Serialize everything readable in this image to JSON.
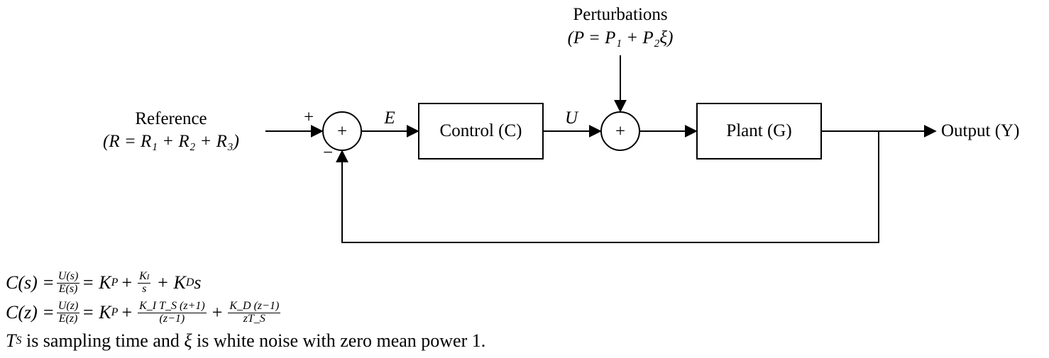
{
  "inputs": {
    "reference_title": "Reference",
    "reference_expr": "(R = R₁ + R₂ + R₃)",
    "perturbation_title": "Perturbations",
    "perturbation_expr": "(P = P₁ + P₂ξ)"
  },
  "blocks": {
    "control_label": "Control (C)",
    "plant_label": "Plant (G)"
  },
  "signals": {
    "error": "E",
    "control_signal": "U",
    "output": "Output (Y)",
    "plus_sign": "+",
    "minus_sign": "−",
    "sum_symbol": "+"
  },
  "formulas": {
    "cs_lhs": "C(s) =",
    "cs_frac_num": "U(s)",
    "cs_frac_den": "E(s)",
    "cs_eq": "= K",
    "cs_kp_sub": "P",
    "cs_plus1": "+",
    "cs_ki_num": "K",
    "cs_ki_num_sub": "I",
    "cs_ki_den": "s",
    "cs_plus2": "+ K",
    "cs_kd_sub": "D",
    "cs_s": "s",
    "cz_lhs": "C(z) =",
    "cz_frac_num": "U(z)",
    "cz_frac_den": "E(z)",
    "cz_eq": "= K",
    "cz_kp_sub": "P",
    "cz_plus1": "+",
    "cz_ki_num": "K_I T_S (z+1)",
    "cz_ki_den": "(z−1)",
    "cz_plus2": "+",
    "cz_kd_num": "K_D (z−1)",
    "cz_kd_den": "zT_S",
    "note_ts": "T",
    "note_ts_sub": "S",
    "note_text": " is sampling time and ",
    "note_xi": "ξ",
    "note_text2": " is white noise with zero mean power 1."
  }
}
